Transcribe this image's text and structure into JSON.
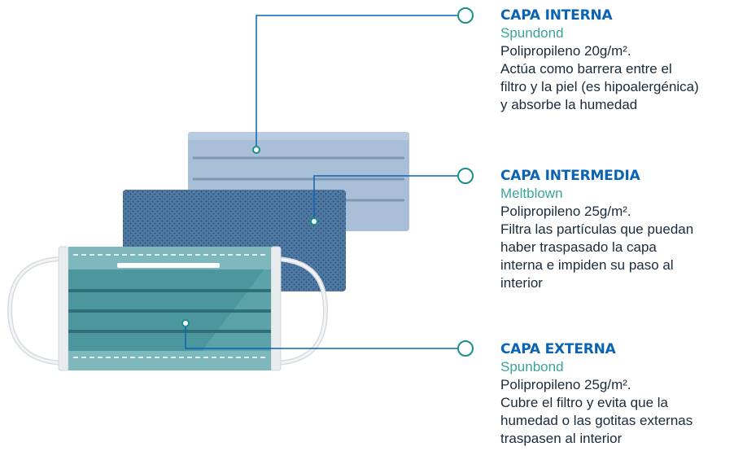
{
  "layers": [
    {
      "title": "CAPA INTERNA",
      "material": "Spundond",
      "composition": "Polipropileno 20g/m².",
      "description": [
        "Actúa como barrera entre el",
        "filtro y la piel (es hipoalergénica)",
        "y absorbe la humedad"
      ]
    },
    {
      "title": "CAPA INTERMEDIA",
      "material": "Meltblown",
      "composition": "Polipropileno 25g/m².",
      "description": [
        "Filtra las partículas que puedan",
        "haber traspasado la capa",
        "interna e impiden su paso al",
        "interior"
      ]
    },
    {
      "title": "CAPA EXTERNA",
      "material": "Spunbond",
      "composition": "Polipropileno 25g/m².",
      "description": [
        "Cubre el filtro y evita que la",
        "humedad o las gotitas externas",
        "traspasen al interior"
      ]
    }
  ],
  "colors": {
    "title": "#0a63b3",
    "material": "#3aa39a",
    "connector": "#0a63b3",
    "inner_layer": "#a9bfd8",
    "middle_layer": "#4f79a2",
    "outer_layer": "#4c979e"
  }
}
